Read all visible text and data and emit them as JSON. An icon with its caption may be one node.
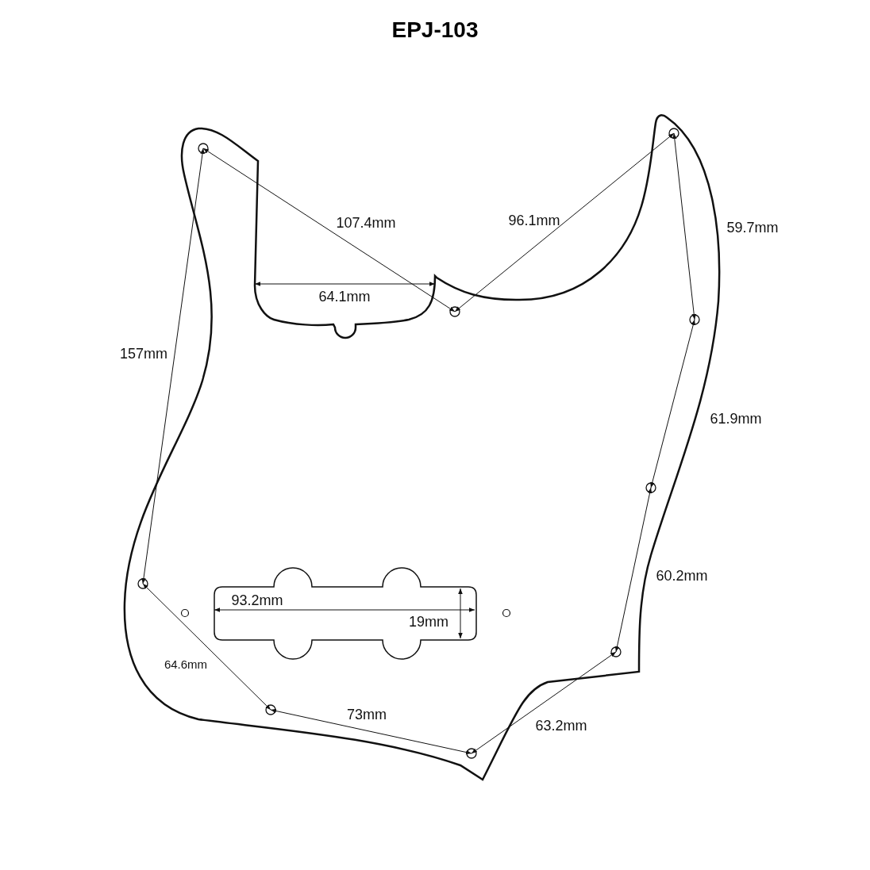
{
  "diagram": {
    "title": "EPJ-103",
    "labels": [
      "107.4mm",
      "96.1mm",
      "59.7mm",
      "64.1mm",
      "157mm",
      "61.9mm",
      "60.2mm",
      "93.2mm",
      "19mm",
      "64.6mm",
      "73mm",
      "63.2mm"
    ]
  }
}
